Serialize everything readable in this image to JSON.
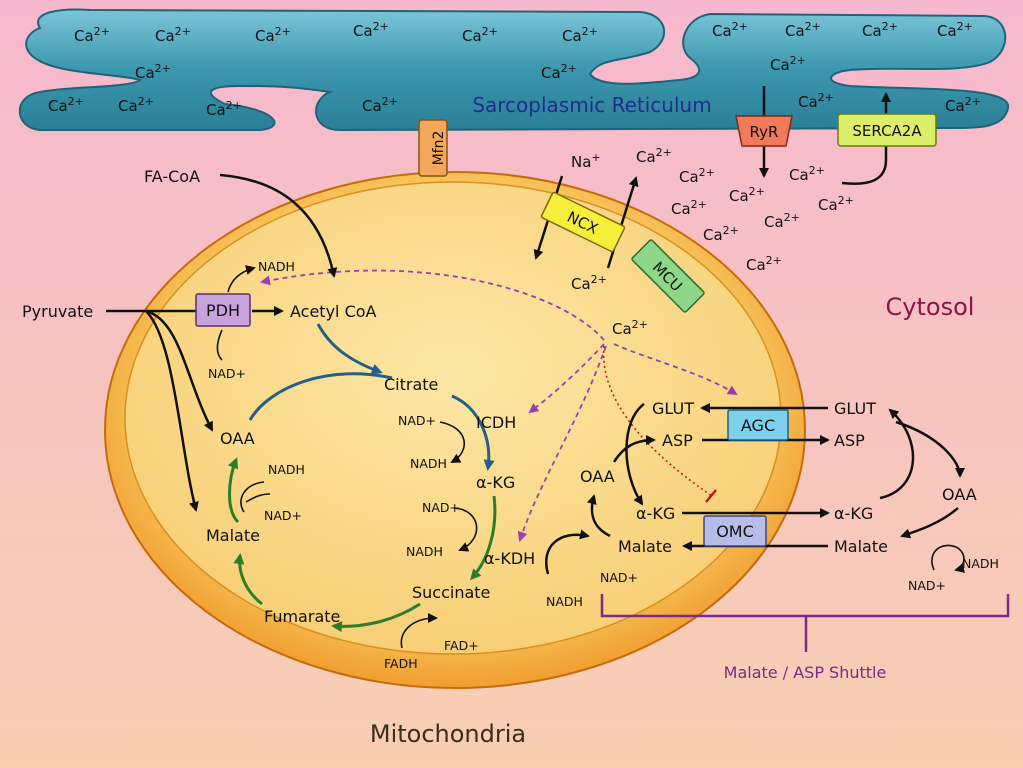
{
  "regions": {
    "sr": "Sarcoplasmic Reticulum",
    "cytosol": "Cytosol",
    "mitochondria": "Mitochondria",
    "shuttle": "Malate / ASP Shuttle"
  },
  "proteins": {
    "mfn2": "Mfn2",
    "ryr": "RyR",
    "serca": "SERCA2A",
    "ncx": "NCX",
    "mcu": "MCU",
    "pdh": "PDH",
    "agc": "AGC",
    "omc": "OMC"
  },
  "ions": {
    "ca_base": "Ca",
    "ca_sup": "2+",
    "na_base": "Na",
    "na_sup": "+"
  },
  "metabolites": {
    "fa_coa": "FA-CoA",
    "pyruvate": "Pyruvate",
    "acetyl_coa": "Acetyl CoA",
    "citrate": "Citrate",
    "icdh": "ICDH",
    "akg": "α-KG",
    "akdh": "α-KDH",
    "succinate": "Succinate",
    "fumarate": "Fumarate",
    "malate": "Malate",
    "oaa": "OAA",
    "glut": "GLUT",
    "asp": "ASP"
  },
  "cofactors": {
    "nadh": "NADH",
    "nad": "NAD+",
    "fadh": "FADH",
    "fad": "FAD+"
  },
  "colors": {
    "background_top": "#f6b8cf",
    "background_bottom": "#f8cfb2",
    "sr_fill": "#2f8ea3",
    "sr_label": "#1f2d8a",
    "mito_outer": "#f0a53a",
    "mito_inner": "#f8d27a",
    "cytosol_label": "#8a1546",
    "tca_blue": "#235f86",
    "tca_green": "#2b7d2b",
    "ca_signal": "#9b3fb0",
    "inhibit_red": "#c01818",
    "shuttle": "#7a2c86",
    "ryr_fill": "#f07a5a",
    "serca_fill": "#dcef6a",
    "ncx_fill": "#f5ee3a",
    "mcu_fill": "#8ed68a",
    "pdh_fill": "#c9a2dc",
    "agc_fill": "#7fd0ec",
    "omc_fill": "#b7bce8",
    "mfn2_fill": "#f3a75a"
  }
}
